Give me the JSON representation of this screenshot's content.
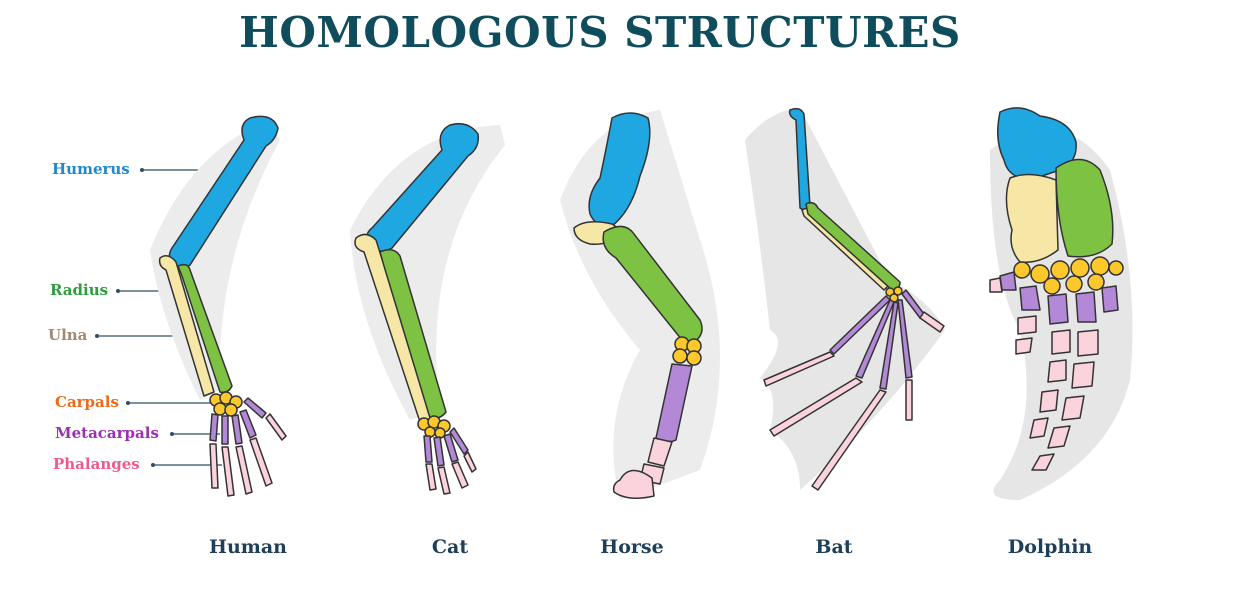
{
  "title": "HOMOLOGOUS STRUCTURES",
  "bone_labels": [
    {
      "text": "Humerus",
      "color": "#1e88d0"
    },
    {
      "text": "Radius",
      "color": "#2e9e3c"
    },
    {
      "text": "Ulna",
      "color": "#a08a72"
    },
    {
      "text": "Carpals",
      "color": "#ee6a1a"
    },
    {
      "text": "Metacarpals",
      "color": "#9c2fb5"
    },
    {
      "text": "Phalanges",
      "color": "#ee5a8f"
    }
  ],
  "species": [
    "Human",
    "Cat",
    "Horse",
    "Bat",
    "Dolphin"
  ],
  "colors": {
    "humerus": "#1ea7e1",
    "radius": "#7dc242",
    "ulna": "#f6e7a6",
    "carpals": "#fcc82c",
    "metacarpals": "#b388d6",
    "phalanges": "#fbd3dd",
    "shadow": "#e6e6e6",
    "outline": "#333333"
  }
}
